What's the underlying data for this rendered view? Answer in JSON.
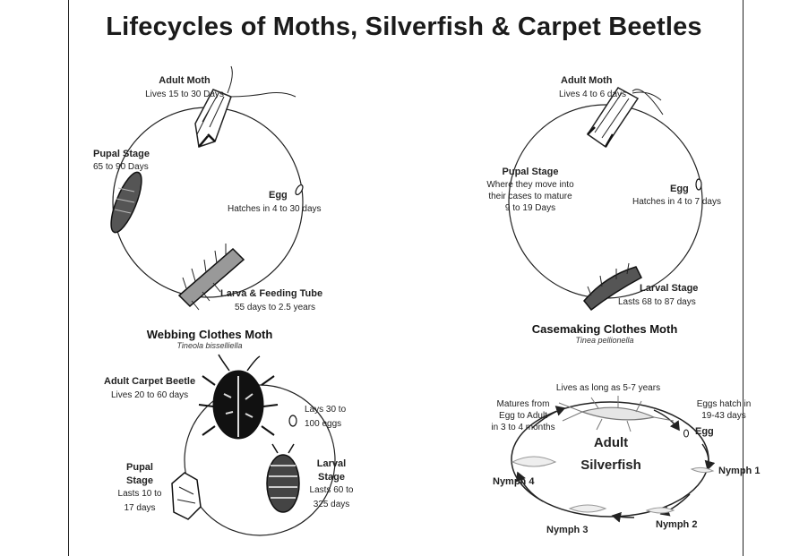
{
  "title": "Lifecycles of Moths, Silverfish & Carpet Beetles",
  "webbing": {
    "name": "Webbing Clothes Moth",
    "scientific": "Tineola bisselliella",
    "adult_title": "Adult Moth",
    "adult_desc": "Lives 15 to 30 Days",
    "pupal_title": "Pupal Stage",
    "pupal_desc": "65 to 90 Days",
    "egg_title": "Egg",
    "egg_desc": "Hatches in  4 to 30 days",
    "larva_title": "Larva & Feeding Tube",
    "larva_desc": "55 days to 2.5 years"
  },
  "casemaking": {
    "name": "Casemaking Clothes Moth",
    "scientific": "Tinea pellionella",
    "adult_title": "Adult Moth",
    "adult_desc": "Lives 4 to 6 days",
    "pupal_title": "Pupal Stage",
    "pupal_line1": "Where they move into",
    "pupal_line2": "their cases to mature",
    "pupal_line3": "9 to 19 Days",
    "egg_title": "Egg",
    "egg_desc": "Hatches in  4 to 7 days",
    "larva_title": "Larval Stage",
    "larva_desc": "Lasts 68 to 87 days"
  },
  "beetle": {
    "adult_title": "Adult Carpet Beetle",
    "adult_desc": "Lives 20 to 60 days",
    "egg_line1": "Lays 30 to",
    "egg_line2": "100 eggs",
    "pupal_line1": "Pupal",
    "pupal_line2": "Stage",
    "pupal_line3": "Lasts 10 to",
    "pupal_line4": "17 days",
    "larval_line1": "Larval",
    "larval_line2": "Stage",
    "larval_line3": "Lasts 60 to",
    "larval_line4": "325 days"
  },
  "silverfish": {
    "lifespan": "Lives as long as 5-7 years",
    "mature_line1": "Matures from",
    "mature_line2": "Egg to Adult",
    "mature_line3": "in 3 to 4 months",
    "hatch_line1": "Eggs hatch in",
    "hatch_line2": "19-43 days",
    "center_line1": "Adult",
    "center_line2": "Silverfish",
    "egg": "Egg",
    "nymph1": "Nymph 1",
    "nymph2": "Nymph 2",
    "nymph3": "Nymph 3",
    "nymph4": "Nymph 4"
  }
}
